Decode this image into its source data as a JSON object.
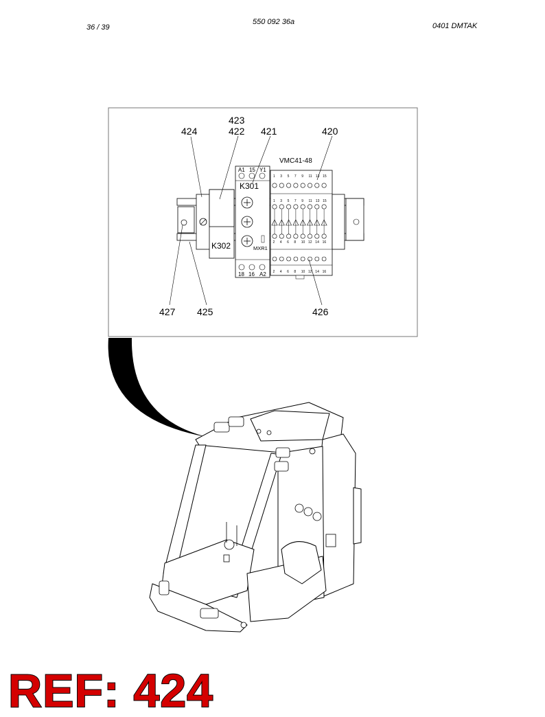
{
  "header": {
    "page": "36 / 39",
    "document_number": "550 092 36a",
    "code": "0401   DMTAK"
  },
  "detail": {
    "callouts": [
      "420",
      "421",
      "422",
      "423",
      "424",
      "425",
      "426",
      "427"
    ],
    "relay_k301": {
      "name": "K301",
      "top_terminals": [
        "A1",
        "15",
        "Y1"
      ],
      "bottom_terminals": [
        "18",
        "16",
        "A2"
      ],
      "sub_label": "MXR1"
    },
    "relay_k302": {
      "name": "K302"
    },
    "module": {
      "name": "VMC41-48",
      "top_numbers": [
        "1",
        "3",
        "5",
        "7",
        "9",
        "11",
        "13",
        "15"
      ],
      "bottom_numbers": [
        "2",
        "4",
        "6",
        "8",
        "10",
        "12",
        "14",
        "16"
      ]
    }
  },
  "ref_banner": "REF: 424"
}
